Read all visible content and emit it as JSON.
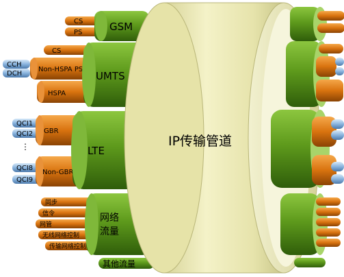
{
  "center_label": "IP传输管道",
  "groups": {
    "gsm": {
      "label": "GSM",
      "subs": [
        "CS",
        "PS"
      ]
    },
    "umts": {
      "label": "UMTS",
      "subs": [
        "CS",
        "Non-HSPA PS",
        "HSPA"
      ],
      "channels": [
        "CCH",
        "DCH"
      ]
    },
    "lte": {
      "label": "LTE",
      "subs": [
        "GBR",
        "Non-GBR"
      ],
      "qci": [
        "QCI1",
        "QCI2",
        "QCI8",
        "QCI9"
      ],
      "ellipsis": "⋮"
    },
    "network": {
      "label_line1": "网络",
      "label_line2": "流量",
      "subs": [
        "同步",
        "信令",
        "网管",
        "无线网络控制",
        "传输网络控制"
      ]
    },
    "other": {
      "label": "其他流量"
    }
  },
  "colors": {
    "green": "#5e9a1c",
    "orange": "#d9730f",
    "blue": "#7aa8d8",
    "tube": "#e8e6b0"
  }
}
